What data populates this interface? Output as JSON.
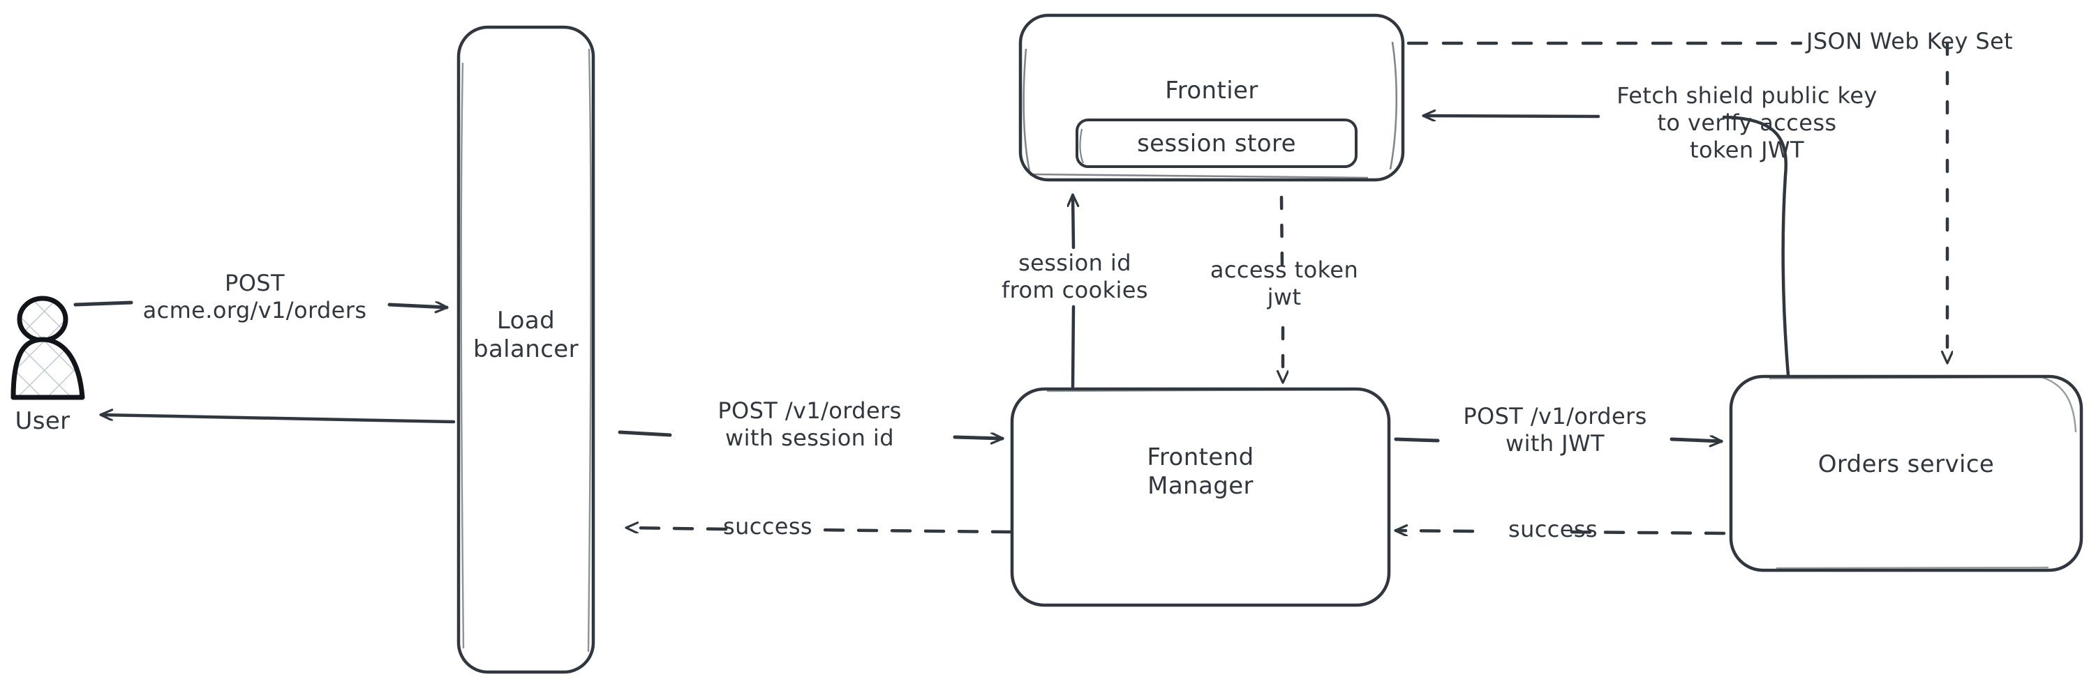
{
  "diagram": {
    "title": "Order request authentication flow",
    "type": "architecture-flow",
    "stroke_color": "#31373e",
    "background_color": "#ffffff",
    "actor_fill_pattern": "cross-hatch"
  },
  "nodes": [
    {
      "id": "user",
      "label": "User",
      "shape": "actor"
    },
    {
      "id": "load_balancer",
      "label": "Load\nbalancer",
      "shape": "rounded-rect-tall"
    },
    {
      "id": "frontier",
      "label": "Frontier",
      "shape": "rounded-rect"
    },
    {
      "id": "session_store",
      "label": "session store",
      "shape": "rounded-rect-inner"
    },
    {
      "id": "frontend_mgr",
      "label": "Frontend\nManager",
      "shape": "rounded-rect"
    },
    {
      "id": "orders",
      "label": "Orders service",
      "shape": "rounded-rect"
    }
  ],
  "edges": [
    {
      "id": "e1",
      "from": "user",
      "to": "load_balancer",
      "label": "POST\nacme.org/v1/orders",
      "style": "solid",
      "direction": "right"
    },
    {
      "id": "e2",
      "from": "load_balancer",
      "to": "user",
      "label": "",
      "style": "solid",
      "direction": "left"
    },
    {
      "id": "e3",
      "from": "load_balancer",
      "to": "frontend_mgr",
      "label": "POST /v1/orders\nwith session id",
      "style": "solid",
      "direction": "right"
    },
    {
      "id": "e4",
      "from": "frontend_mgr",
      "to": "load_balancer",
      "label": "success",
      "style": "dashed",
      "direction": "left"
    },
    {
      "id": "e5",
      "from": "frontend_mgr",
      "to": "frontier",
      "label": "session id\nfrom cookies",
      "style": "solid",
      "direction": "up"
    },
    {
      "id": "e6",
      "from": "frontier",
      "to": "frontend_mgr",
      "label": "access token\njwt",
      "style": "dashed",
      "direction": "down"
    },
    {
      "id": "e7",
      "from": "frontend_mgr",
      "to": "orders",
      "label": "POST /v1/orders\nwith JWT",
      "style": "solid",
      "direction": "right"
    },
    {
      "id": "e8",
      "from": "orders",
      "to": "frontend_mgr",
      "label": "success",
      "style": "dashed",
      "direction": "left"
    },
    {
      "id": "e9",
      "from": "orders",
      "to": "frontier",
      "label": "Fetch shield public key\nto verify access\ntoken JWT",
      "style": "solid",
      "direction": "left"
    },
    {
      "id": "e10",
      "from": "frontier",
      "to": "orders",
      "label": "JSON Web Key Set",
      "style": "dashed",
      "direction": "down"
    }
  ],
  "labels": {
    "user": "User",
    "load_balancer": "Load\nbalancer",
    "frontier": "Frontier",
    "session_store": "session store",
    "frontend_manager": "Frontend\nManager",
    "orders_service": "Orders service",
    "edge_post_acme": "POST\nacme.org/v1/orders",
    "edge_post_session": "POST /v1/orders\nwith session id",
    "edge_success_lb": "success",
    "edge_session_id": "session id\nfrom cookies",
    "edge_access_token": "access token\njwt",
    "edge_post_jwt": "POST /v1/orders\nwith JWT",
    "edge_success_orders": "success",
    "edge_fetch_key": "Fetch shield public key\nto verify access\ntoken JWT",
    "edge_jwks": "JSON Web Key Set"
  }
}
